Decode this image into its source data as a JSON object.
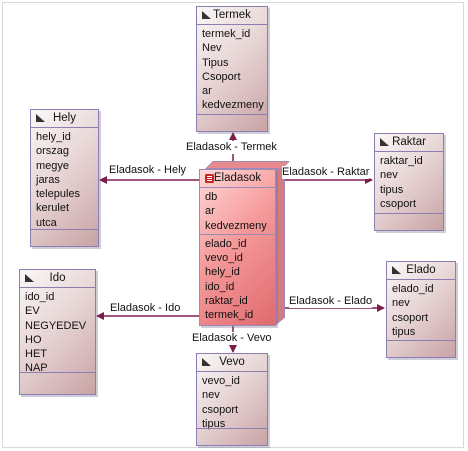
{
  "colors": {
    "connector": "#7b1f4a",
    "fact_fill": "#f59a9a",
    "dimension_fill": "#e2c8c8",
    "border": "#8a7fb0"
  },
  "entities": {
    "termek": {
      "title": "Termek",
      "icon": "table-icon",
      "attributes": [
        "termek_id",
        "Nev",
        "Tipus",
        "Csoport",
        "ar",
        "kedvezmeny"
      ]
    },
    "hely": {
      "title": "Hely",
      "icon": "table-icon",
      "attributes": [
        "hely_id",
        "orszag",
        "megye",
        "jaras",
        "telepules",
        "kerulet",
        "utca"
      ]
    },
    "raktar": {
      "title": "Raktar",
      "icon": "table-icon",
      "attributes": [
        "raktar_id",
        "nev",
        "tipus",
        "csoport"
      ]
    },
    "ido": {
      "title": "Ido",
      "icon": "table-icon",
      "attributes": [
        "ido_id",
        "EV",
        "NEGYEDEV",
        "HO",
        "HET",
        "NAP"
      ]
    },
    "elado": {
      "title": "Elado",
      "icon": "table-icon",
      "attributes": [
        "elado_id",
        "nev",
        "csoport",
        "tipus"
      ]
    },
    "vevo": {
      "title": "Vevo",
      "icon": "table-icon",
      "attributes": [
        "vevo_id",
        "nev",
        "csoport",
        "tipus"
      ]
    },
    "eladasok": {
      "title": "Eladasok",
      "icon": "fact-table-icon",
      "measures": [
        "db",
        "ar",
        "kedvezmeny"
      ],
      "keys": [
        "elado_id",
        "vevo_id",
        "hely_id",
        "ido_id",
        "raktar_id",
        "termek_id"
      ]
    }
  },
  "relationships": {
    "termek": "Eladasok - Termek",
    "hely": "Eladasok - Hely",
    "raktar": "Eladasok - Raktar",
    "ido": "Eladasok - Ido",
    "elado": "Eladasok - Elado",
    "vevo": "Eladasok - Vevo"
  }
}
